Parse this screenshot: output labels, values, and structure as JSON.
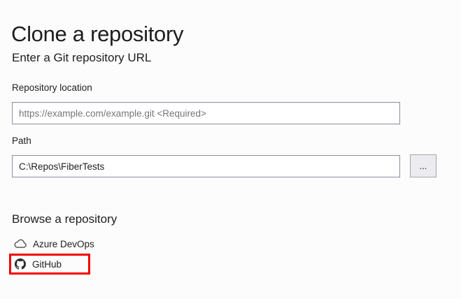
{
  "window": {
    "background": "#fcfcfc"
  },
  "header": {
    "title": "Clone a repository"
  },
  "url_section": {
    "heading": "Enter a Git repository URL",
    "repository_location": {
      "label": "Repository location",
      "placeholder": "https://example.com/example.git <Required>",
      "value": ""
    },
    "path": {
      "label": "Path",
      "value": "C:\\Repos\\FiberTests"
    },
    "browse_button_label": "..."
  },
  "browse_section": {
    "heading": "Browse a repository",
    "items": [
      {
        "label": "Azure DevOps",
        "icon": "azure-devops-cloud-icon",
        "highlighted": false
      },
      {
        "label": "GitHub",
        "icon": "github-icon",
        "highlighted": true
      }
    ],
    "highlight_color": "#f30000"
  },
  "colors": {
    "text": "#1e1e1e",
    "placeholder": "#767676",
    "input_border": "#8a8e9b",
    "button_background": "#ececf0",
    "highlight": "#f30000"
  }
}
